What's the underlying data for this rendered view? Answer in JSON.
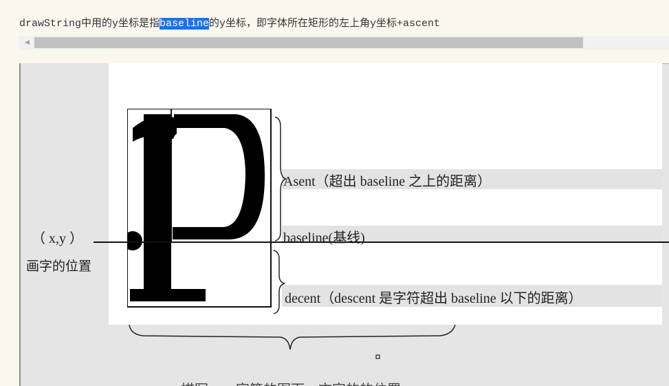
{
  "code": {
    "before": "drawString中用的y坐标是指",
    "highlight": "baseline",
    "after": "的y坐标，即字体所在矩形的左上角y坐标+ascent"
  },
  "scrollbar": {
    "left_arrow": "◀"
  },
  "figure": {
    "xy_label": "（  x,y  ）",
    "position_label": "画字的位置",
    "ascent_label": "Asent（超出 baseline 之上的距离）",
    "baseline_label": "baseline(基线)",
    "descent_label": "decent（descent 是字符超出 baseline 以下的距离）",
    "cut_off_text": "...... 描写 ...... 字符的图面，文字的的位置"
  }
}
